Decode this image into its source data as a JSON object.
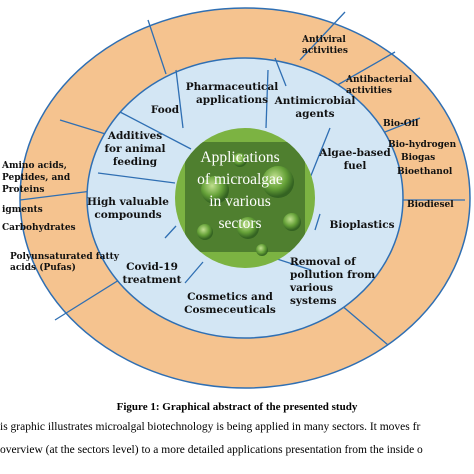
{
  "colors": {
    "outer_ring": "#f5c38f",
    "middle_ring": "#d3e6f4",
    "ring_stroke": "#2f6fb3",
    "center_fill": "#7cb342",
    "center_photo": "#4f7f2f"
  },
  "center": {
    "lines": [
      "Applications",
      "of microalgae",
      "in various",
      "sectors"
    ]
  },
  "sectors": [
    {
      "id": "pharma",
      "lines": [
        "Pharmaceutical",
        "applications"
      ]
    },
    {
      "id": "antimicrobial",
      "lines": [
        "Antimicrobial",
        "agents"
      ]
    },
    {
      "id": "algae-fuel",
      "lines": [
        "Algae-based",
        "fuel"
      ]
    },
    {
      "id": "bioplastics",
      "lines": [
        "Bioplastics"
      ]
    },
    {
      "id": "pollution",
      "lines": [
        "Removal of",
        "pollution from",
        "various",
        "systems"
      ]
    },
    {
      "id": "cosmetics",
      "lines": [
        "Cosmetics and",
        "Cosmeceuticals"
      ]
    },
    {
      "id": "covid",
      "lines": [
        "Covid-19",
        "treatment"
      ]
    },
    {
      "id": "high-value",
      "lines": [
        "High valuable",
        "compounds"
      ]
    },
    {
      "id": "additives",
      "lines": [
        "Additives",
        "for animal",
        "feeding"
      ]
    },
    {
      "id": "food",
      "lines": [
        "Food"
      ]
    }
  ],
  "outer_items": [
    {
      "id": "antiviral",
      "lines": [
        "Antiviral",
        "activities"
      ]
    },
    {
      "id": "antibacterial",
      "lines": [
        "Antibacterial",
        "activities"
      ]
    },
    {
      "id": "bio-oil",
      "lines": [
        "Bio-Oil"
      ]
    },
    {
      "id": "bio-hydrogen",
      "lines": [
        "Bio-hydrogen"
      ]
    },
    {
      "id": "biogas",
      "lines": [
        "Biogas"
      ]
    },
    {
      "id": "bioethanol",
      "lines": [
        "Bioethanol"
      ]
    },
    {
      "id": "biodiesel",
      "lines": [
        "Biodiesel"
      ]
    },
    {
      "id": "amino-acids",
      "lines": [
        "Amino acids,",
        "Peptides, and",
        "Proteins"
      ]
    },
    {
      "id": "pigments",
      "lines": [
        "igments"
      ]
    },
    {
      "id": "carbohydrates",
      "lines": [
        "Carbohydrates"
      ]
    },
    {
      "id": "pufas",
      "lines": [
        "Polyunsaturated fatty",
        "acids (Pufas)"
      ]
    }
  ],
  "figure": {
    "caption": "Figure 1:  Graphical abstract of the presented study",
    "body_lines": [
      "is graphic illustrates microalgal biotechnology is being applied in many sectors. It moves fr",
      "overview (at the sectors level) to a more detailed applications presentation from the inside o"
    ]
  }
}
